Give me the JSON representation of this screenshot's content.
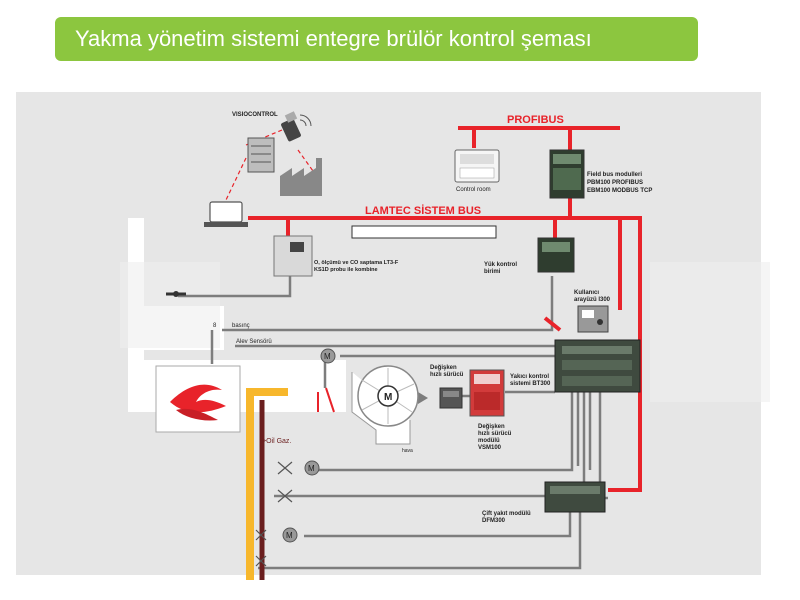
{
  "header": {
    "title": "Yakma yönetim sistemi entegre brülör kontrol şeması"
  },
  "labels": {
    "visiocontrol": "VISIOCONTROL",
    "profibus": "PROFIBUS",
    "control_room": "Control room",
    "fieldbus_1": "Field bus modulleri",
    "fieldbus_2": "PBM100  PROFIBUS",
    "fieldbus_3": "EBM100 MODBUS TCP",
    "lamtec_bus": "LAMTEC SİSTEM BUS",
    "o2_1": "O, ölçümü ve  CO saptama  LT3-F",
    "o2_2": "KS1D probu ile kombine",
    "load_1": "Yük kontrol",
    "load_2": "birimi",
    "user_1": "Kullanıcı",
    "user_2": "arayüzü I300",
    "pressure": "basınç",
    "pressure_prefix": "8",
    "flame_sensor": "Alev Sensörü",
    "vs_driver_1": "Değişken",
    "vs_driver_2": "hızlı sürücü",
    "bt300_1": "Yakıcı kontrol",
    "bt300_2": "sistemi BT300",
    "vsm_1": "Değişken",
    "vsm_2": "hızlı sürücü",
    "vsm_3": "modülü",
    "vsm_4": "VSM100",
    "fan_motor": "M",
    "fan_note": "hava",
    "oil_gas": ">Oil  Gaz.",
    "motor": "M",
    "dfm_1": "Çift yakıt modülü",
    "dfm_2": "DFM300"
  },
  "colors": {
    "title_bg": "#8cc63f",
    "bus_red": "#e8232a",
    "gas_yellow": "#f7b72c",
    "oil_brown": "#6b1f1f",
    "wire_gray": "#7d7d7d",
    "panel_bg": "#e6e6e6"
  }
}
